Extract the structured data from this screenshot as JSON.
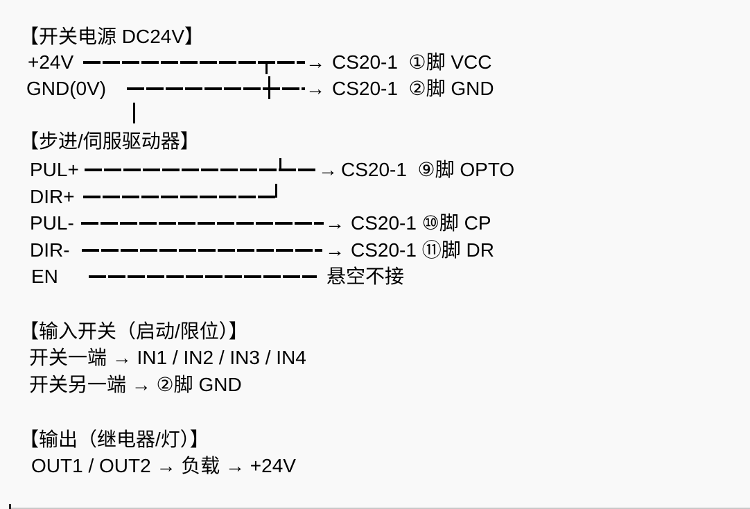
{
  "page_bg": "#f9f9f9",
  "ink": "#000000",
  "sections": [
    {
      "title": "【开关电源 DC24V】",
      "rows": [
        {
          "label": "+24V",
          "arrow": "→",
          "target": "CS20-1  ①脚 VCC"
        },
        {
          "label": "GND(0V)",
          "arrow": "→",
          "target": "CS20-1  ②脚 GND"
        }
      ]
    },
    {
      "title": "【步进/伺服驱动器】",
      "rows": [
        {
          "label": "PUL+",
          "arrow": "→",
          "target": "CS20-1  ⑨脚 OPTO"
        },
        {
          "label": "DIR+",
          "arrow": "",
          "target": ""
        },
        {
          "label": "PUL-",
          "arrow": "→",
          "target": "CS20-1 ⑩脚 CP"
        },
        {
          "label": "DIR-",
          "arrow": "→",
          "target": "CS20-1 ⑪脚 DR"
        },
        {
          "label": "EN",
          "arrow": "",
          "target": "悬空不接"
        }
      ]
    },
    {
      "title": "【输入开关（启动/限位）】",
      "lines": [
        "开关一端 → IN1 / IN2 / IN3 / IN4",
        "开关另一端 → ②脚 GND"
      ]
    },
    {
      "title": "【输出（继电器/灯）】",
      "lines": [
        "OUT1 / OUT2 → 负载 → +24V"
      ]
    }
  ]
}
